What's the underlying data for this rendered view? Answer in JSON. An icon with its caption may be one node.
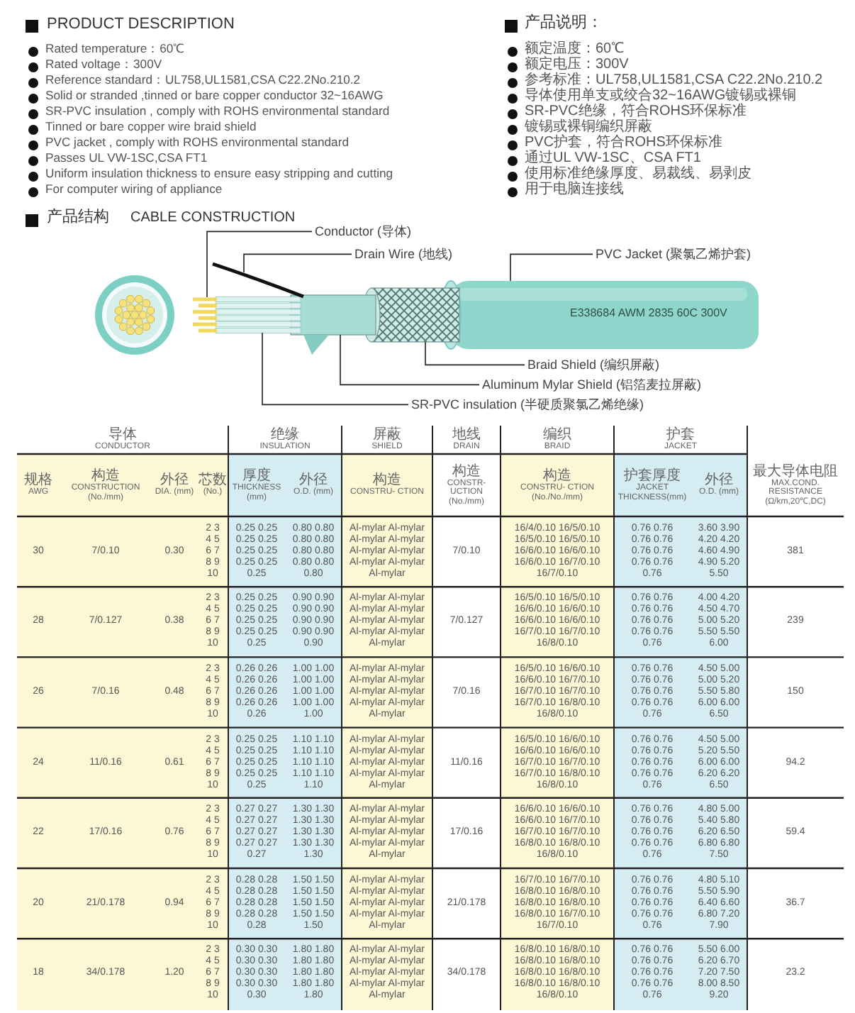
{
  "diagram": {
    "nodes": [
      {
        "text": [
          "Conductor (导体)"
        ]
      },
      {
        "text": [],
        "shape": "picture"
      },
      {
        "text": [
          "Drain Wire (地线)"
        ]
      },
      {
        "text": [],
        "shape": "picture"
      },
      {
        "text": [
          "PVC Jacket (聚氯乙烯护套)"
        ]
      },
      {
        "text": [],
        "shape": "picture"
      },
      {
        "text": [
          "Braid Shield (编织屏蔽)"
        ]
      },
      {
        "text": [],
        "shape": "box"
      },
      {
        "text": [
          "Aluminum Mylar Shield (铝箔麦拉屏蔽)"
        ]
      },
      {
        "text": [],
        "shape": "box"
      },
      {
        "text": [
          "SR-PVC insulation (半硬质聚氯乙烯绝缘)"
        ]
      },
      {
        "text": [],
        "shape": "picture"
      }
    ],
    "edges": [
      {
        "from": 0,
        "to": 1,
        "arrow": "none"
      },
      {
        "from": 2,
        "to": 3,
        "arrow": "none"
      },
      {
        "from": 4,
        "to": 5,
        "arrow": "none"
      },
      {
        "from": 6,
        "to": 7,
        "arrow": "none"
      },
      {
        "from": 8,
        "to": 9,
        "arrow": "none"
      },
      {
        "from": 10,
        "to": 11,
        "arrow": "none"
      }
    ],
    "labels": [
      "PRODUCT DESCRIPTION",
      "Rated temperature：60℃",
      "Rated voltage：300V",
      "Reference standard：UL758,UL1581,CSA C22.2No.210.2",
      "Solid or stranded ,tinned or bare copper conductor 32~16AWG",
      "SR-PVC insulation , comply with ROHS environmental standard",
      "Tinned or bare copper wire braid shield",
      "PVC jacket , comply with ROHS environmental standard",
      "Passes UL VW-1SC,CSA FT1",
      "Uniform insulation thickness to ensure easy stripping and cutting",
      "For computer wiring of appliance",
      "产品说明：",
      "额定温度：60℃",
      "额定电压：300V",
      "参考标准：UL758,UL1581,CSA C22.2No.210.2",
      "导体使用单支或绞合32~16AWG镀锡或裸铜",
      "SR-PVC绝缘，符合ROHS环保标准",
      "镀锡或裸铜编织屏蔽",
      "PVC护套，符合ROHS环保标准",
      "通过UL VW-1SC、CSA FT1",
      "使用标准绝缘厚度、易裁线、易剥皮",
      "用于电脑连接线",
      "产品结构",
      "CABLE CONSTRUCTION",
      "E338684 AWM 2835 60C 300V",
      "导体",
      "CONDUCTOR",
      "绝缘",
      "INSULATION",
      "屏蔽",
      "SHIELD",
      "地线",
      "DRAIN",
      "编织",
      "BRAID",
      "护套",
      "JACKET",
      "规格",
      "AWG",
      "构造",
      "CONSTRUCTION (No./mm)",
      "外径",
      "DIA. (mm)",
      "芯数",
      "(No.)",
      "厚度",
      "THICKNESS (mm)",
      "外径",
      "O.D. (mm)",
      "构造",
      "CONSTRU- CTION",
      "构造",
      "CONSTR- UCTION (No./mm)",
      "构造",
      "CONSTRU- CTION (No./No./mm)",
      "护套厚度",
      "JACKET THICKNESS(mm)",
      "外径",
      "O.D. (mm)",
      "最大导体电阻",
      "MAX.COND. RESISTANCE (Ω/km,20℃,DC)",
      "30",
      "7/0.10",
      "0.30",
      "2 3 4 5 6 7 8 9 10",
      "0.25 0.25 0.25 0.25 0.25 0.25 0.25 0.25 0.25",
      "0.80 0.80 0.80 0.80 0.80 0.80 0.80 0.80 0.80",
      "Al-mylar Al-mylar Al-mylar Al-mylar Al-mylar Al-mylar Al-mylar Al-mylar Al-mylar",
      "7/0.10",
      "16/4/0.10 16/5/0.10 16/5/0.10 16/5/0.10 16/6/0.10 16/6/0.10 16/6/0.10 16/7/0.10 16/7/0.10",
      "0.76 0.76 0.76 0.76 0.76 0.76 0.76 0.76 0.76",
      "3.60 3.90 4.20 4.20 4.60 4.90 4.90 5.20 5.50",
      "381",
      "28",
      "7/0.127",
      "0.38",
      "2 3 4 5 6 7 8 9 10",
      "0.25 0.25 0.25 0.25 0.25 0.25 0.25 0.25 0.25",
      "0.90 0.90 0.90 0.90 0.90 0.90 0.90 0.90 0.90",
      "Al-mylar Al-mylar Al-mylar Al-mylar Al-mylar Al-mylar Al-mylar Al-mylar Al-mylar",
      "7/0.127",
      "16/5/0.10 16/5/0.10 16/6/0.10 16/6/0.10 16/6/0.10 16/6/0.10 16/7/0.10 16/7/0.10 16/8/0.10",
      "0.76 0.76 0.76 0.76 0.76 0.76 0.76 0.76 0.76",
      "4.00 4.20 4.50 4.70 5.00 5.20 5.50 5.50 6.00",
      "239",
      "26",
      "7/0.16",
      "0.48",
      "2 3 4 5 6 7 8 9 10",
      "0.26 0.26 0.26 0.26 0.26 0.26 0.26 0.26 0.26",
      "1.00 1.00 1.00 1.00 1.00 1.00 1.00 1.00 1.00",
      "Al-mylar Al-mylar Al-mylar Al-mylar Al-mylar Al-mylar Al-mylar Al-mylar Al-mylar",
      "7/0.16",
      "16/5/0.10 16/6/0.10 16/6/0.10 16/7/0.10 16/7/0.10 16/7/0.10 16/7/0.10 16/8/0.10 16/8/0.10",
      "0.76 0.76 0.76 0.76 0.76 0.76 0.76 0.76 0.76",
      "4.50 5.00 5.00 5.20 5.50 5.80 6.00 6.00 6.50",
      "150",
      "24",
      "11/0.16",
      "0.61",
      "2 3 4 5 6 7 8 9 10",
      "0.25 0.25 0.25 0.25 0.25 0.25 0.25 0.25 0.25",
      "1.10 1.10 1.10 1.10 1.10 1.10 1.10 1.10 1.10",
      "Al-mylar Al-mylar Al-mylar Al-mylar Al-mylar Al-mylar Al-mylar Al-mylar Al-mylar",
      "11/0.16",
      "16/5/0.10 16/6/0.10 16/6/0.10 16/6/0.10 16/7/0.10 16/7/0.10 16/7/0.10 16/8/0.10 16/8/0.10",
      "0.76 0.76 0.76 0.76 0.76 0.76 0.76 0.76 0.76",
      "4.50 5.00 5.20 5.50 6.00 6.00 6.20 6.20 6.50",
      "94.2",
      "22",
      "17/0.16",
      "0.76",
      "2 3 4 5 6 7 8 9 10",
      "0.27 0.27 0.27 0.27 0.27 0.27 0.27 0.27 0.27",
      "1.30 1.30 1.30 1.30 1.30 1.30 1.30 1.30 1.30",
      "Al-mylar Al-mylar Al-mylar Al-mylar Al-mylar Al-mylar Al-mylar Al-mylar Al-mylar",
      "17/0.16",
      "16/6/0.10 16/6/0.10 16/6/0.10 16/7/0.10 16/7/0.10 16/7/0.10 16/8/0.10 16/8/0.10 16/8/0.10",
      "0.76 0.76 0.76 0.76 0.76 0.76 0.76 0.76 0.76",
      "4.80 5.00 5.40 5.80 6.20 6.50 6.80 6.80 7.50",
      "59.4",
      "20",
      "21/0.178",
      "0.94",
      "2 3 4 5 6 7 8 9 10",
      "0.28 0.28 0.28 0.28 0.28 0.28 0.28 0.28 0.28",
      "1.50 1.50 1.50 1.50 1.50 1.50 1.50 1.50 1.50",
      "Al-mylar Al-mylar Al-mylar Al-mylar Al-mylar Al-mylar Al-mylar Al-mylar Al-mylar",
      "21/0.178",
      "16/7/0.10 16/7/0.10 16/8/0.10 16/8/0.10 16/8/0.10 16/8/0.10 16/8/0.10 16/7/0.10 16/7/0.10",
      "0.76 0.76 0.76 0.76 0.76 0.76 0.76 0.76 0.76",
      "4.80 5.10 5.50 5.90 6.40 6.60 6.80 7.20 7.90",
      "36.7",
      "18",
      "34/0.178",
      "1.20",
      "2 3 4 5 6 7 8 9 10",
      "0.30 0.30 0.30 0.30 0.30 0.30 0.30 0.30 0.30",
      "1.80 1.80 1.80 1.80 1.80 1.80 1.80 1.80 1.80",
      "Al-mylar Al-mylar Al-mylar Al-mylar Al-mylar Al-mylar Al-mylar Al-mylar Al-mylar",
      "34/0.178",
      "16/8/0.10 16/8/0.10 16/8/0.10 16/8/0.10 16/8/0.10 16/8/0.10 16/8/0.10 16/8/0.10 16/8/0.10",
      "0.76 0.76 0.76 0.76 0.76 0.76 0.76 0.76 0.76",
      "5.50 6.00 6.20 6.70 7.20 7.50 8.00 8.50 9.20",
      "23.2"
    ]
  }
}
